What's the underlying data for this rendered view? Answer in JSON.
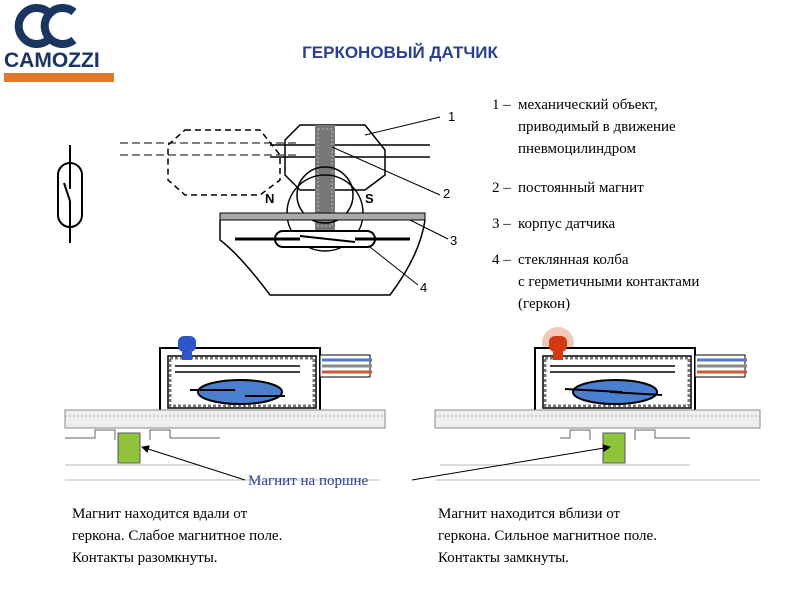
{
  "logo": {
    "wordmark": "CAMOZZI",
    "colors": {
      "mark": "#1a3660",
      "bar": "#e07a2a"
    }
  },
  "title": "ГЕРКОНОВЫЙ ДАТЧИК",
  "diagram": {
    "labels": [
      "1",
      "2",
      "3",
      "4"
    ],
    "pole_labels": {
      "north": "N",
      "south": "S"
    }
  },
  "legend": [
    {
      "num": "1 –",
      "lines": [
        "механический объект,",
        "приводимый в движение",
        "пневмоцилиндром"
      ]
    },
    {
      "num": "2 –",
      "lines": [
        "постоянный магнит"
      ]
    },
    {
      "num": "3 –",
      "lines": [
        "корпус датчика"
      ]
    },
    {
      "num": "4 –",
      "lines": [
        "стеклянная колба",
        "с герметичными контактами",
        "(геркон)"
      ]
    }
  ],
  "states": {
    "left": {
      "led_color": "#2f55c8",
      "caption": [
        "Магнит находится вдали от",
        "геркона. Слабое магнитное поле.",
        "Контакты разомкнуты."
      ]
    },
    "right": {
      "led_color": "#d43a12",
      "caption": [
        "Магнит находится вблизи от",
        "геркона. Сильное магнитное поле.",
        "Контакты замкнуты."
      ]
    }
  },
  "magnet_label": "Магнит на поршне",
  "colors": {
    "title": "#2b3f8f",
    "magnet": "#8fc43a",
    "glass": "#4a7fcf"
  }
}
